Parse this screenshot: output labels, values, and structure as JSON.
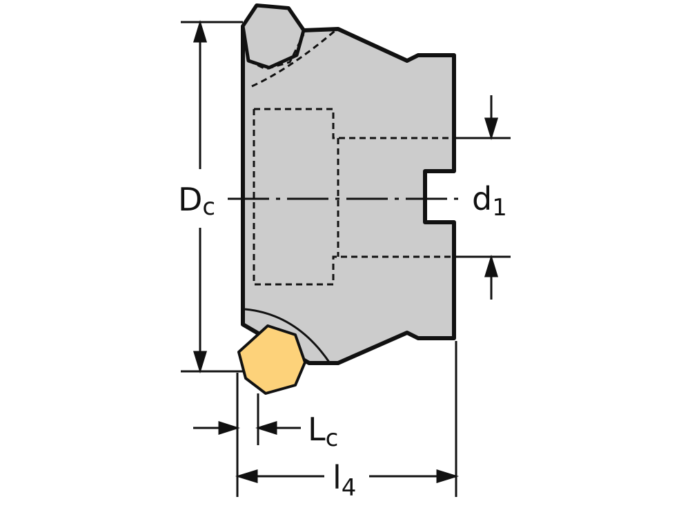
{
  "diagram": {
    "type": "technical-drawing",
    "subject": "face milling cutter with heptagonal insert (side view)",
    "colors": {
      "body_fill": "#cccccc",
      "insert_fill": "#fdd27a",
      "outline": "#111111",
      "background": "#ffffff"
    },
    "dimensions": {
      "Dc": {
        "main": "D",
        "sub": "c"
      },
      "d1": {
        "main": "d",
        "sub": "1"
      },
      "Lc": {
        "main": "L",
        "sub": "c"
      },
      "l4": {
        "main": "l",
        "sub": "4"
      }
    }
  }
}
